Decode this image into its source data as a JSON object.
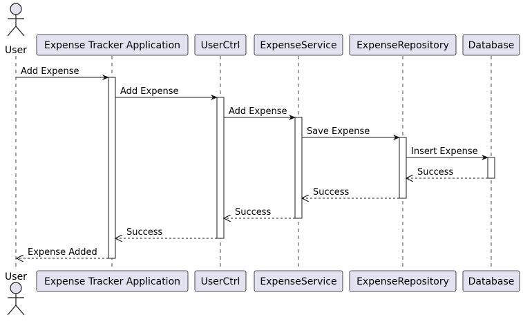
{
  "participants": [
    {
      "id": "user",
      "label": "User",
      "kind": "actor"
    },
    {
      "id": "app",
      "label": "Expense Tracker Application",
      "kind": "box"
    },
    {
      "id": "userctrl",
      "label": "UserCtrl",
      "kind": "box"
    },
    {
      "id": "service",
      "label": "ExpenseService",
      "kind": "box"
    },
    {
      "id": "repo",
      "label": "ExpenseRepository",
      "kind": "box"
    },
    {
      "id": "db",
      "label": "Database",
      "kind": "box"
    }
  ],
  "messages": [
    {
      "from": "user",
      "to": "app",
      "label": "Add Expense",
      "style": "solid"
    },
    {
      "from": "app",
      "to": "userctrl",
      "label": "Add Expense",
      "style": "solid"
    },
    {
      "from": "userctrl",
      "to": "service",
      "label": "Add Expense",
      "style": "solid"
    },
    {
      "from": "service",
      "to": "repo",
      "label": "Save Expense",
      "style": "solid"
    },
    {
      "from": "repo",
      "to": "db",
      "label": "Insert Expense",
      "style": "solid"
    },
    {
      "from": "db",
      "to": "repo",
      "label": "Success",
      "style": "dashed"
    },
    {
      "from": "repo",
      "to": "service",
      "label": "Success",
      "style": "dashed"
    },
    {
      "from": "service",
      "to": "userctrl",
      "label": "Success",
      "style": "dashed"
    },
    {
      "from": "userctrl",
      "to": "app",
      "label": "Success",
      "style": "dashed"
    },
    {
      "from": "app",
      "to": "user",
      "label": "Expense Added",
      "style": "dashed"
    }
  ],
  "colors": {
    "box_fill": "#E2E2F0",
    "box_stroke": "#181818",
    "lifeline": "#181818",
    "activation_fill": "#ffffff"
  }
}
